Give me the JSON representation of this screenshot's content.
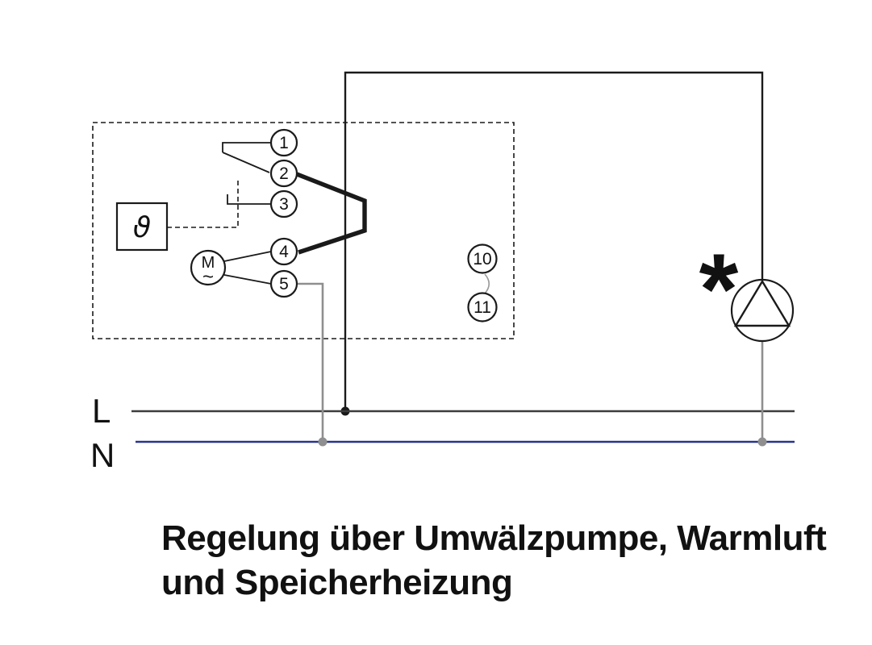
{
  "diagram": {
    "terminals": [
      "1",
      "2",
      "3",
      "4",
      "5"
    ],
    "contact_ids": [
      "10",
      "11"
    ],
    "thermostat_symbol": "ϑ",
    "motor": {
      "letter": "M",
      "wave": "~"
    },
    "pump_marker": "*",
    "bus": {
      "line_label": "L",
      "neutral_label": "N"
    },
    "caption": {
      "line1": "Regelung über Umwälzpumpe, Warmluft",
      "line2": "und Speicherheizung"
    },
    "colors": {
      "wire": "#1a1a1a",
      "gray_wire": "#8f8f8f",
      "neutral_blue": "#27348b",
      "paper": "#ffffff"
    }
  }
}
